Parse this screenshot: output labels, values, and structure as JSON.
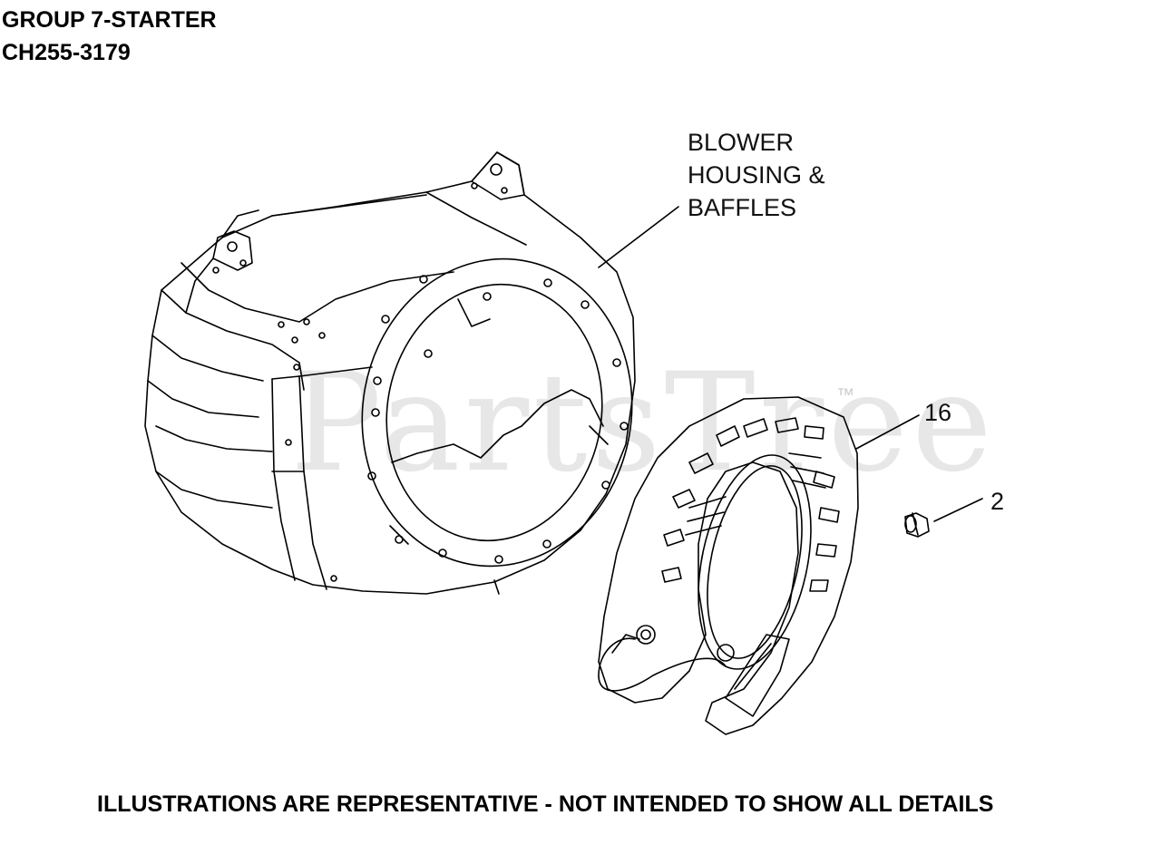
{
  "header": {
    "group_title": "GROUP 7-STARTER",
    "model_code": "CH255-3179"
  },
  "callouts": {
    "blower_housing": [
      "BLOWER",
      "HOUSING &",
      "BAFFLES"
    ],
    "recoil_starter_ref": "16",
    "screw_ref": "2"
  },
  "footer": {
    "disclaimer": "ILLUSTRATIONS ARE REPRESENTATIVE - NOT INTENDED TO SHOW ALL DETAILS"
  },
  "watermark": {
    "text": "PartsTree",
    "trademark": "™"
  },
  "colors": {
    "line": "#000000",
    "watermark": "#787878"
  }
}
